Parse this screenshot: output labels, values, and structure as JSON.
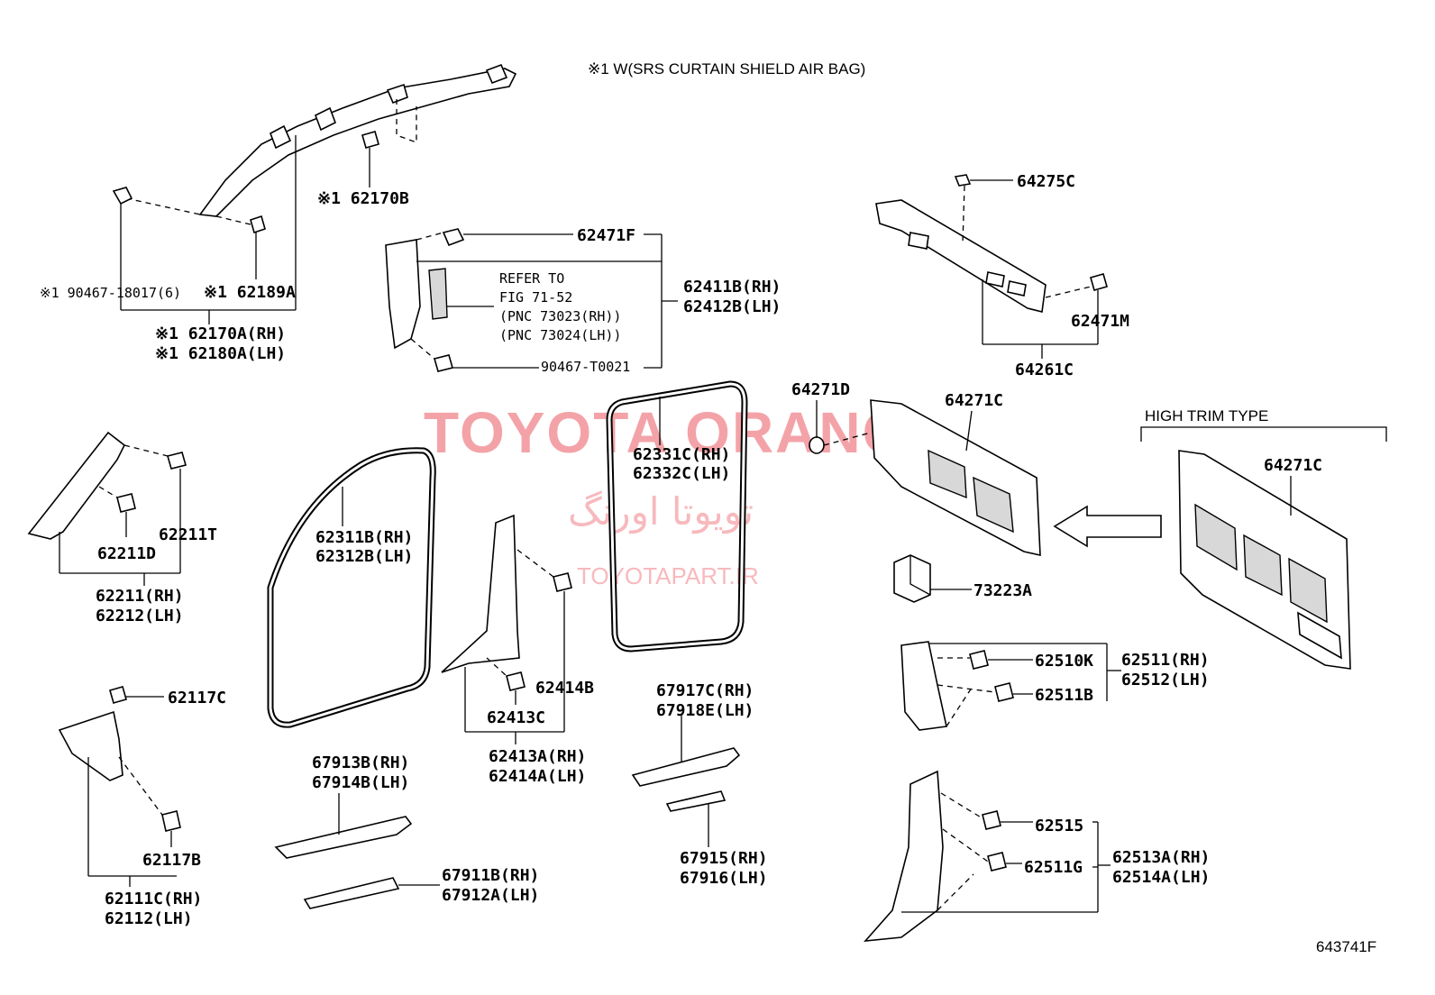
{
  "diagram": {
    "note_top": "※1 W(SRS CURTAIN SHIELD AIR BAG)",
    "figure_id": "643741F",
    "high_trim_label": "HIGH TRIM TYPE",
    "watermark": {
      "title": "TOYOTA ORANG",
      "persian": "تویوتا اورنگ",
      "url": "TOYOTAPART.IR"
    },
    "refer": {
      "line1": "REFER TO",
      "line2": "FIG 71-52",
      "line3": "(PNC 73023(RH))",
      "line4": "(PNC 73024(LH))"
    },
    "labels": {
      "p62170B": "※1 62170B",
      "p90467_18017": "※1 90467-18017(6)",
      "p62189A": "※1 62189A",
      "p62170A": "※1 62170A(RH)",
      "p62180A": "※1 62180A(LH)",
      "p62471F": "62471F",
      "p62411B": "62411B(RH)",
      "p62412B": "62412B(LH)",
      "p90467_T0021": "90467-T0021",
      "p64275C": "64275C",
      "p62471M": "62471M",
      "p64261C": "64261C",
      "p64271D": "64271D",
      "p64271C_a": "64271C",
      "p64271C_b": "64271C",
      "p73223A": "73223A",
      "p62331C": "62331C(RH)",
      "p62332C": "62332C(LH)",
      "p62311B": "62311B(RH)",
      "p62312B": "62312B(LH)",
      "p62211T": "62211T",
      "p62211D": "62211D",
      "p62211": "62211(RH)",
      "p62212": "62212(LH)",
      "p62117C": "62117C",
      "p62117B": "62117B",
      "p62111C": "62111C(RH)",
      "p62112": "62112(LH)",
      "p62414B": "62414B",
      "p62413C": "62413C",
      "p62413A": "62413A(RH)",
      "p62414A": "62414A(LH)",
      "p67913B": "67913B(RH)",
      "p67914B": "67914B(LH)",
      "p67911B": "67911B(RH)",
      "p67912A": "67912A(LH)",
      "p67917C": "67917C(RH)",
      "p67918E": "67918E(LH)",
      "p67915": "67915(RH)",
      "p67916": "67916(LH)",
      "p62510K": "62510K",
      "p62511B": "62511B",
      "p62511": "62511(RH)",
      "p62512": "62512(LH)",
      "p62515": "62515",
      "p62511G": "62511G",
      "p62513A": "62513A(RH)",
      "p62514A": "62514A(LH)"
    }
  }
}
